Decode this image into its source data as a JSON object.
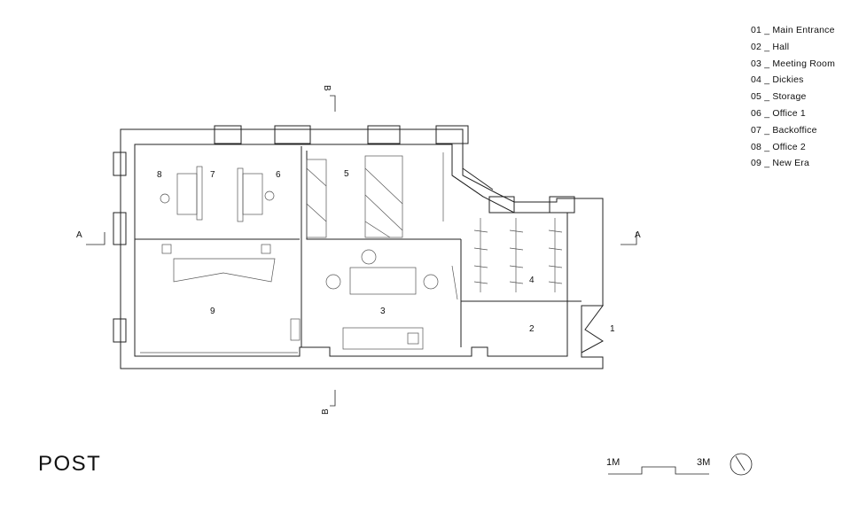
{
  "title": "POST",
  "legend": [
    "01 _ Main Entrance",
    "02 _ Hall",
    "03 _ Meeting Room",
    "04 _ Dickies",
    "05 _ Storage",
    "06 _ Office 1",
    "07 _ Backoffice",
    "08 _ Office 2",
    "09 _ New Era"
  ],
  "room_numbers": [
    "1",
    "2",
    "3",
    "4",
    "5",
    "6",
    "7",
    "8",
    "9"
  ],
  "section_markers": {
    "a": "A",
    "b": "B"
  },
  "scale_bar": {
    "start_label": "1M",
    "end_label": "3M"
  },
  "icons": [
    "north-arrow-icon"
  ]
}
